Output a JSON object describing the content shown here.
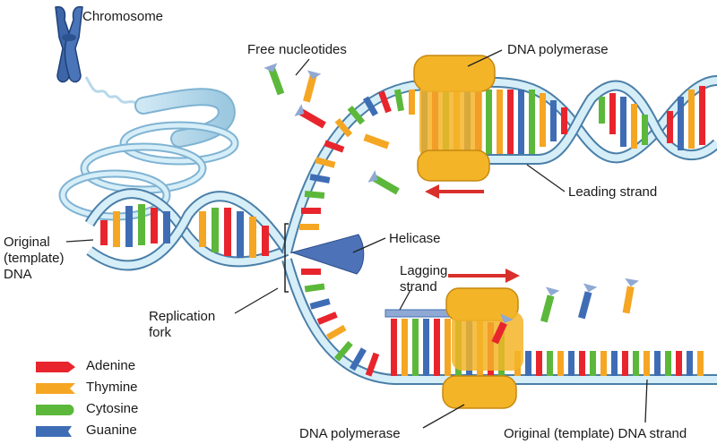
{
  "labels": {
    "chromosome": "Chromosome",
    "free_nucleotides": "Free nucleotides",
    "dna_polymerase_top": "DNA polymerase",
    "leading_strand": "Leading strand",
    "original_template_1": "Original",
    "original_template_2": "(template)",
    "original_template_3": "DNA",
    "helicase": "Helicase",
    "lagging_strand_1": "Lagging",
    "lagging_strand_2": "strand",
    "replication_fork_1": "Replication",
    "replication_fork_2": "fork",
    "dna_polymerase_bottom": "DNA polymerase",
    "original_template_strand": "Original (template) DNA strand"
  },
  "legend": [
    {
      "label": "Adenine",
      "color": "#e8252d"
    },
    {
      "label": "Thymine",
      "color": "#f5a623"
    },
    {
      "label": "Cytosine",
      "color": "#5cb83a"
    },
    {
      "label": "Guanine",
      "color": "#3f6db5"
    }
  ],
  "colors": {
    "backbone": "#d6eef8",
    "backbone_stroke": "#4a7fa8",
    "chromosome": "#3d66a8",
    "polymerase": "#f3b428",
    "helicase": "#4d72b8",
    "arrow": "#d9302b",
    "line": "#222222"
  }
}
